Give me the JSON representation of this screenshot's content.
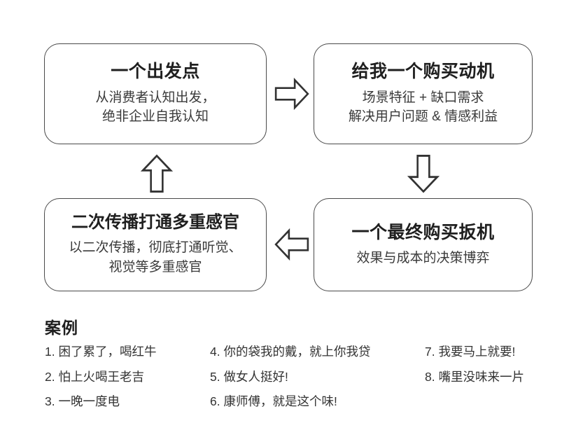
{
  "flow": {
    "boxes": [
      {
        "id": "starting-point",
        "title": "一个出发点",
        "lines": [
          "从消费者认知出发，",
          "绝非企业自我认知"
        ]
      },
      {
        "id": "purchase-motivation",
        "title": "给我一个购买动机",
        "lines": [
          "场景特征 + 缺口需求",
          "解决用户问题 & 情感利益"
        ]
      },
      {
        "id": "secondary-spread",
        "title": "二次传播打通多重感官",
        "lines": [
          "以二次传播，彻底打通听觉、",
          "视觉等多重感官"
        ]
      },
      {
        "id": "final-trigger",
        "title": "一个最终购买扳机",
        "lines": [
          "效果与成本的决策博弈"
        ]
      }
    ],
    "arrows": [
      {
        "name": "arrow-right-icon",
        "direction": "right"
      },
      {
        "name": "arrow-down-icon",
        "direction": "down"
      },
      {
        "name": "arrow-left-icon",
        "direction": "left"
      },
      {
        "name": "arrow-up-icon",
        "direction": "up"
      }
    ]
  },
  "examples": {
    "heading": "案例",
    "columns": [
      [
        "1. 困了累了，喝红牛",
        "2. 怕上火喝王老吉",
        "3. 一晚一度电"
      ],
      [
        "4. 你的袋我的戴，就上你我贷",
        "5. 做女人挺好!",
        "6. 康师傅，就是这个味!"
      ],
      [
        "7. 我要马上就要!",
        "8. 嘴里没味来一片"
      ]
    ]
  },
  "colors": {
    "background": "#ffffff",
    "box_border": "#4a4a4a",
    "title_text": "#1f1f1f",
    "body_text": "#333333",
    "arrow_stroke": "#333333",
    "arrow_fill": "#ffffff"
  }
}
